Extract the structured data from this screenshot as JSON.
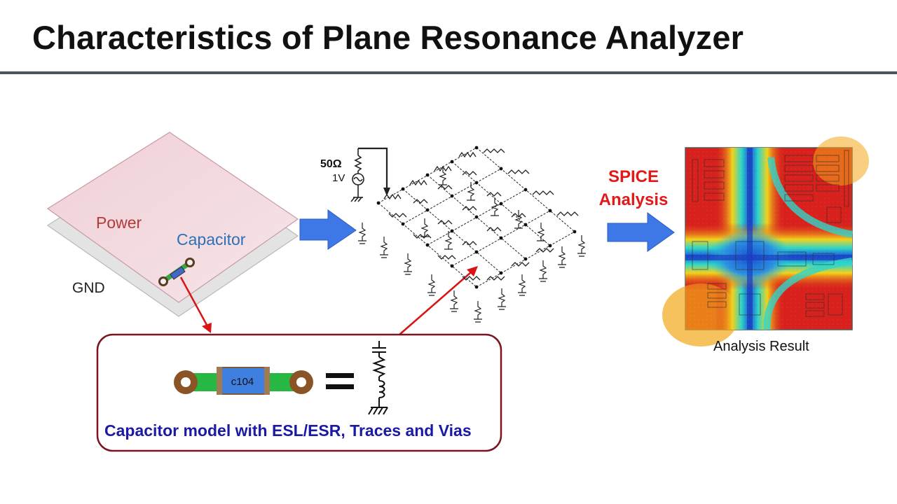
{
  "title": "Characteristics of Plane Resonance Analyzer",
  "plane": {
    "power_label": "Power",
    "capacitor_label": "Capacitor",
    "gnd_label": "GND"
  },
  "source": {
    "impedance_label": "50Ω",
    "voltage_label": "1V"
  },
  "analysis": {
    "spice_label": "SPICE Analysis",
    "result_label": "Analysis Result"
  },
  "capacitor_model": {
    "part_marking": "c104",
    "caption": "Capacitor model with ESL/ESR, Traces and Vias"
  },
  "colors": {
    "power_plane": "#efd4d9",
    "gnd_plane": "#e3e3e3",
    "arrow_fill": "#3d78e6",
    "callout_border": "#7a1420",
    "connector_arrow": "#d81414",
    "spice_text": "#e31818",
    "caption_text": "#1a1aa5"
  }
}
